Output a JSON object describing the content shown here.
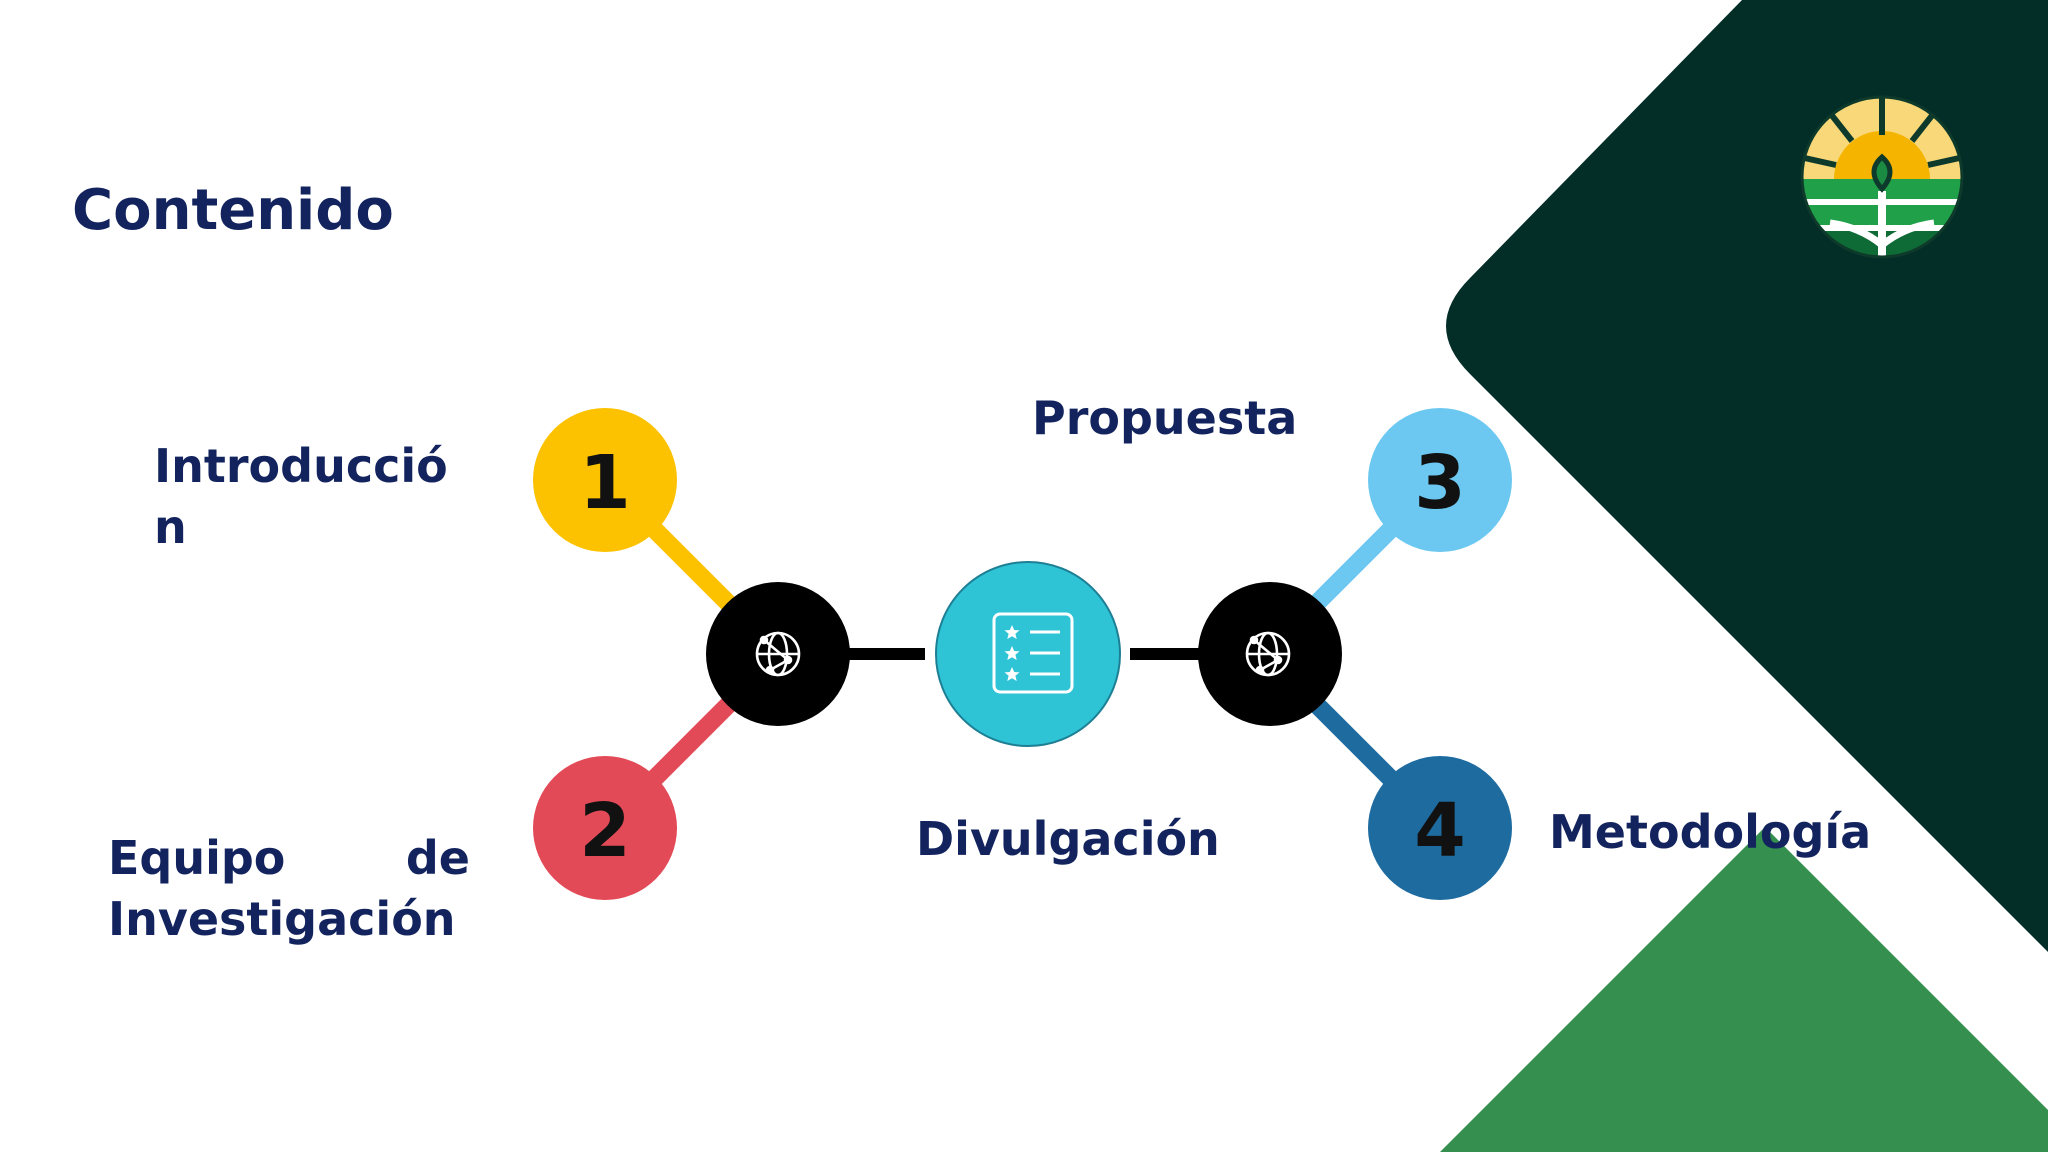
{
  "title": "Contenido",
  "items": [
    {
      "number": "1",
      "label": "Introducción",
      "color": "#fcc200"
    },
    {
      "number": "2",
      "label": "Equipo de Investigación",
      "color": "#e34a57"
    },
    {
      "number": "3",
      "label": "Propuesta",
      "color": "#6cc8f0"
    },
    {
      "number": "4",
      "label": "Metodología",
      "color": "#1d6b9f"
    }
  ],
  "center": {
    "label": "Divulgación",
    "icon": "checklist-stars-icon",
    "color": "#2ec4d6"
  },
  "hubs": {
    "icon": "globe-network-icon",
    "color": "#000000"
  },
  "colors": {
    "title": "#12235e",
    "dark_green": "#032e28",
    "green": "#35904f",
    "white": "#ffffff"
  },
  "logo": {
    "icon": "sun-sprout-logo"
  }
}
